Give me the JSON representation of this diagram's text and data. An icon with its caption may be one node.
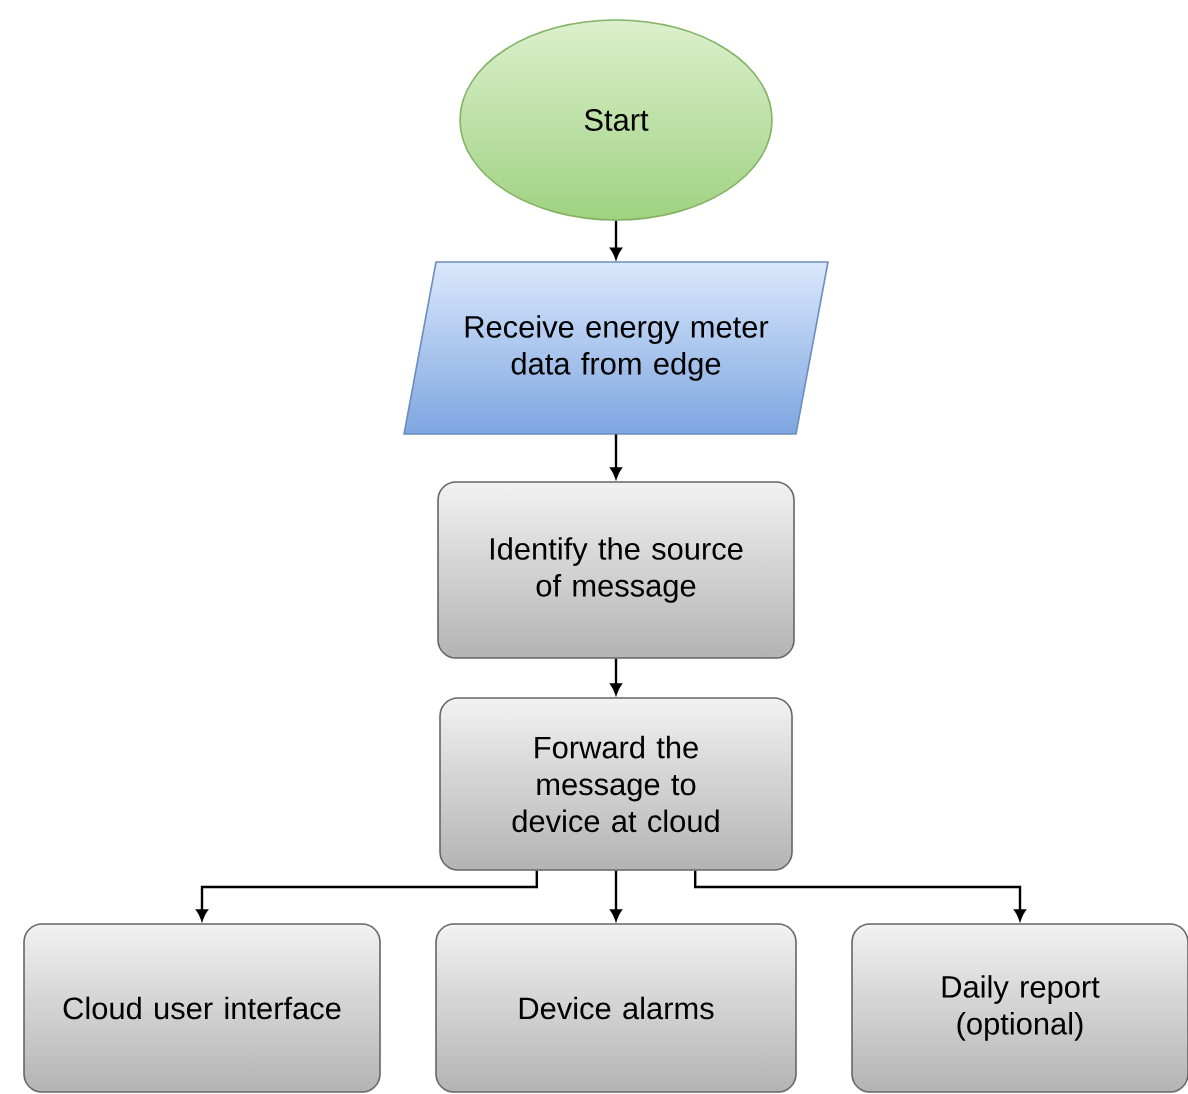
{
  "diagram": {
    "nodes": [
      {
        "text": [
          "Start"
        ]
      },
      {
        "text": [
          "Receive energy meter data from edge"
        ]
      },
      {
        "text": [
          "Identify the source of message"
        ]
      },
      {
        "text": [
          "Forward the message to device at cloud"
        ]
      },
      {
        "text": [
          "Cloud user interface"
        ]
      },
      {
        "text": [
          "Device alarms"
        ]
      },
      {
        "text": [
          "Daily report (optional)"
        ]
      }
    ],
    "edges": [
      {
        "from": 0,
        "to": 1,
        "arrow": "to"
      },
      {
        "from": 1,
        "to": 2,
        "arrow": "to"
      },
      {
        "from": 2,
        "to": 3,
        "arrow": "to"
      },
      {
        "from": 3,
        "to": 4,
        "arrow": "to"
      },
      {
        "from": 3,
        "to": 5,
        "arrow": "to"
      },
      {
        "from": 3,
        "to": 6,
        "arrow": "to"
      }
    ]
  }
}
